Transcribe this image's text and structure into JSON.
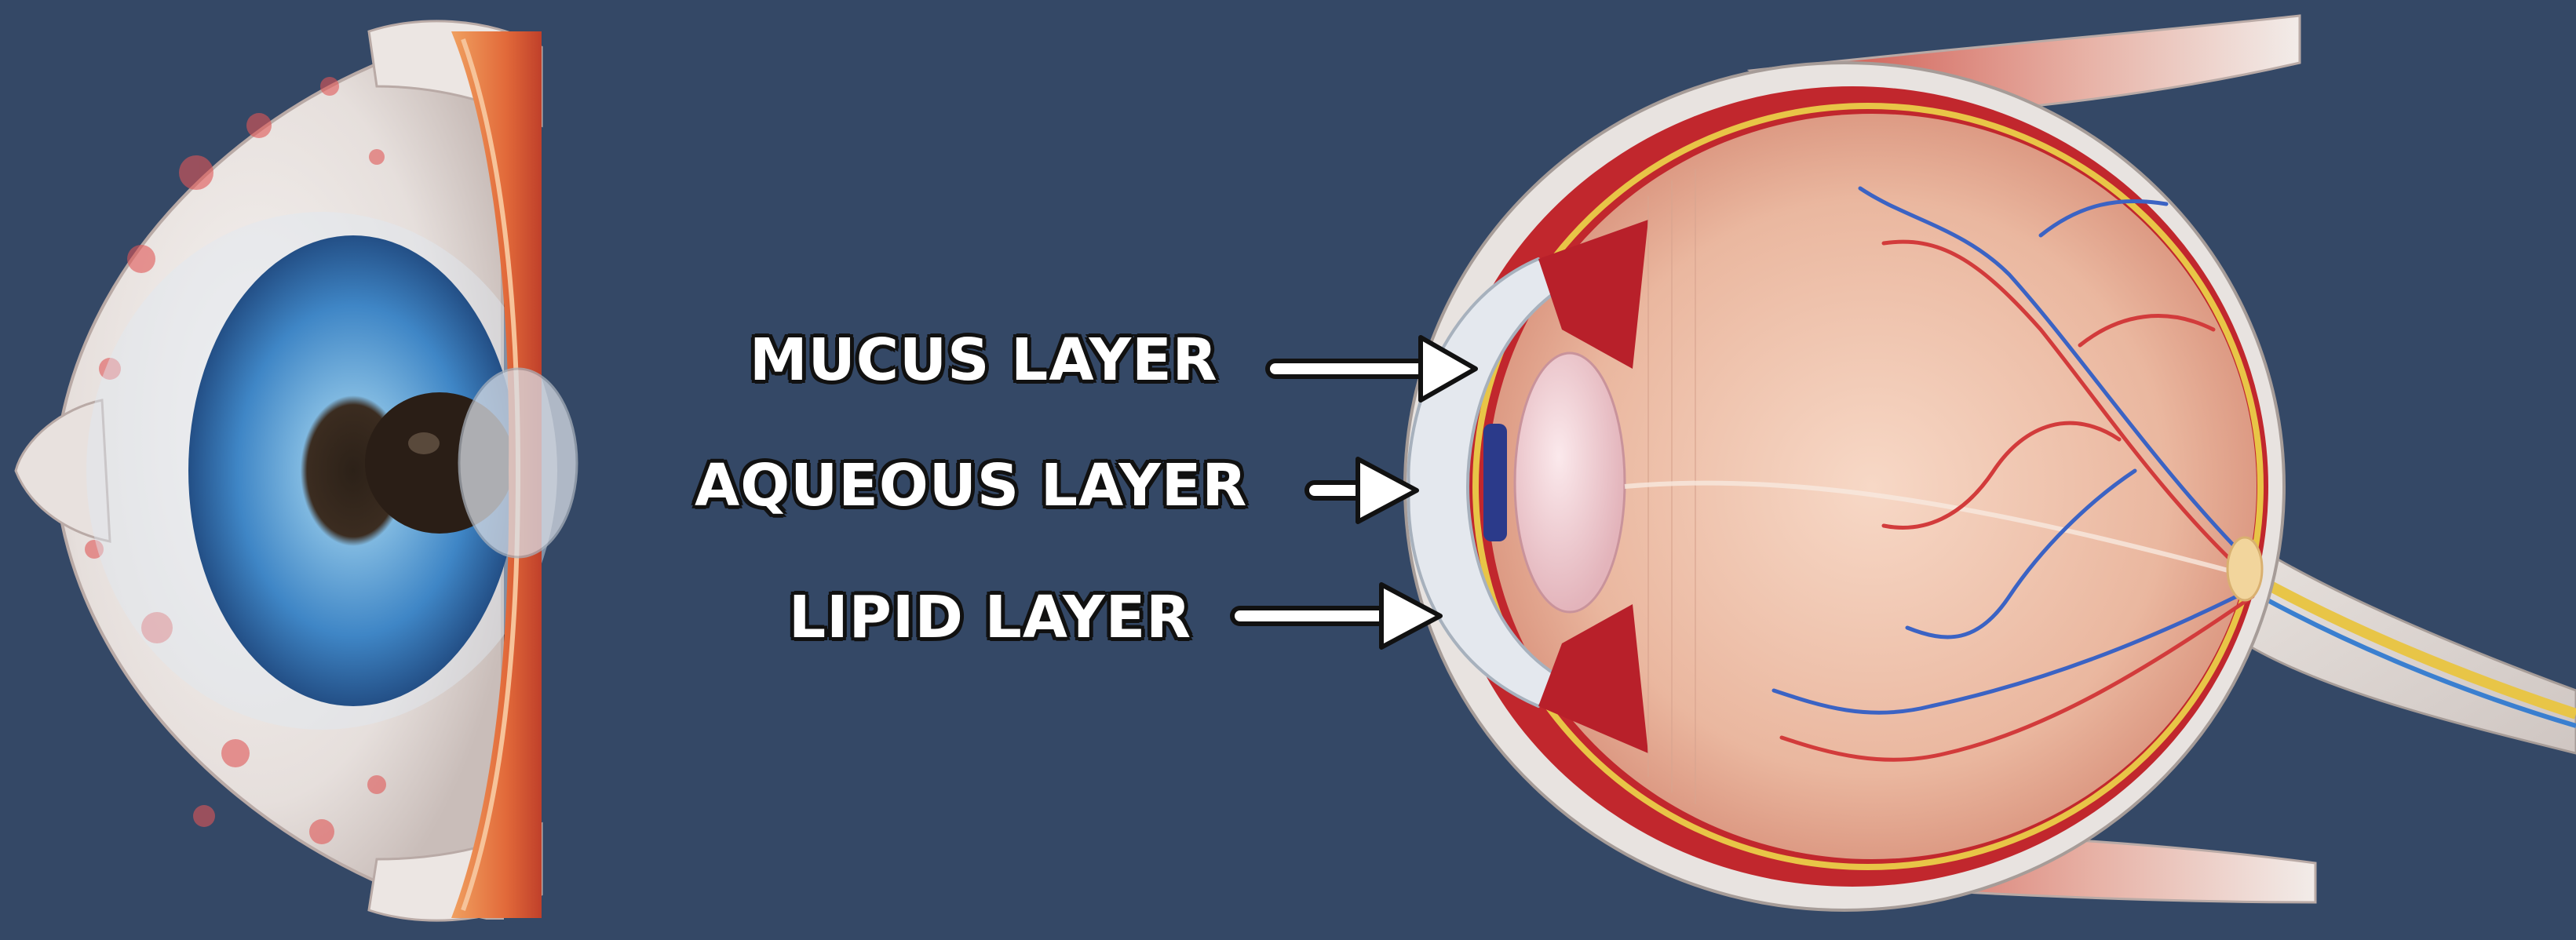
{
  "labels": {
    "mucus": "MUCUS LAYER",
    "aqueous": "AQUEOUS LAYER",
    "lipid": "LIPID LAYER"
  },
  "colors": {
    "background": "#344866",
    "sclera": "#ece8e6",
    "iris": "#4a8cc8",
    "retina": "#e9b6a0",
    "choroid": "#c1272d",
    "optic_nerve": "#e8c547",
    "label_text": "#ffffff",
    "label_outline": "#111111"
  },
  "icons": {
    "left": "eyeball-front-cutaway-icon",
    "right": "eyeball-cross-section-icon",
    "arrow": "arrow-right-icon"
  }
}
